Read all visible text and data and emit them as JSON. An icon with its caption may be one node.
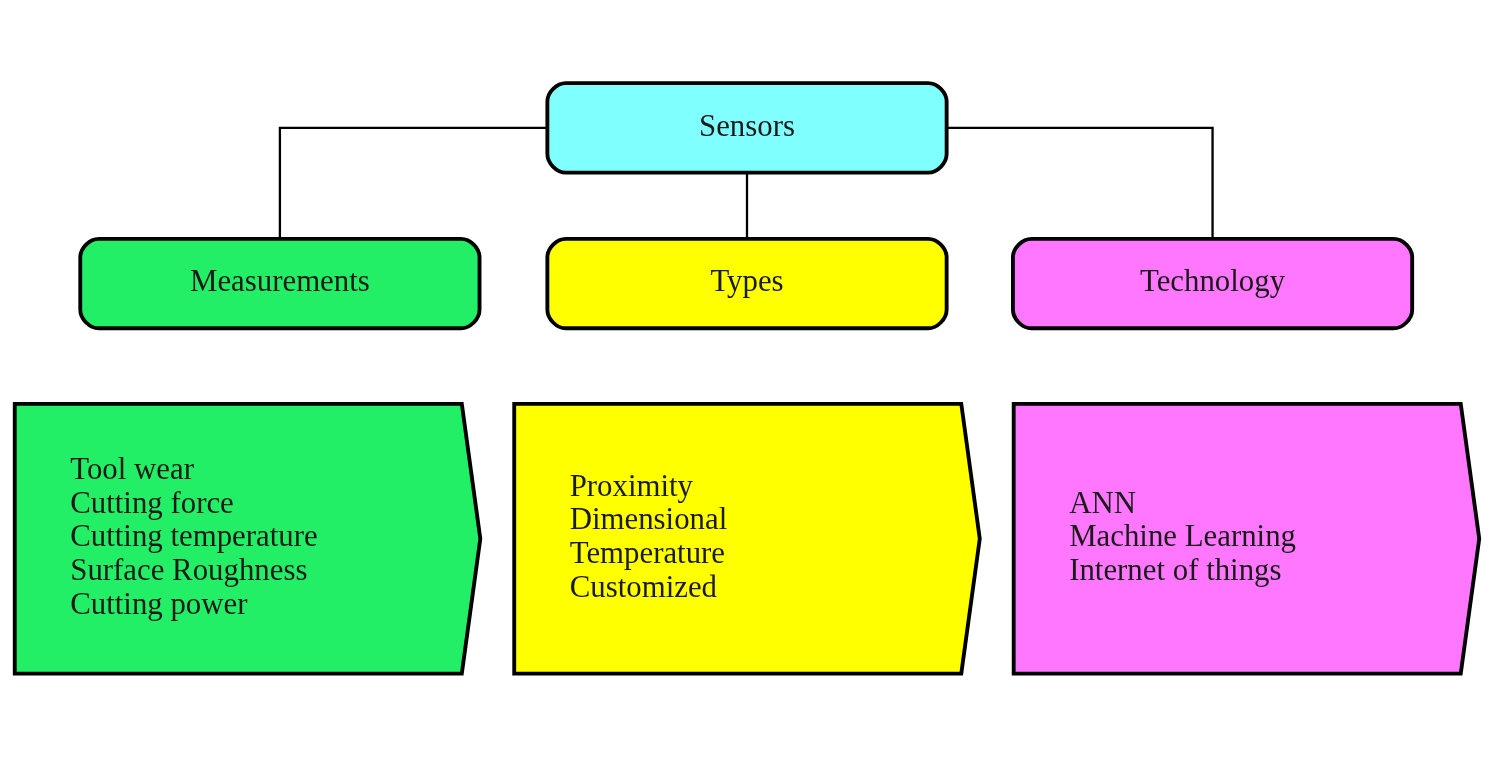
{
  "diagram": {
    "nodes": [
      {
        "text": [
          "Sensors"
        ]
      },
      {
        "text": [
          "Measurements"
        ]
      },
      {
        "text": [
          "Types"
        ]
      },
      {
        "text": [
          "Technology"
        ]
      },
      {
        "text": [
          "Tool wear",
          "Cutting force",
          "Cutting temperature",
          "Surface Roughness",
          "Cutting power"
        ]
      },
      {
        "text": [
          "Proximity",
          "Dimensional",
          "Temperature",
          "Customized"
        ]
      },
      {
        "text": [
          "ANN",
          "Machine Learning",
          "Internet of things"
        ]
      }
    ],
    "edges": [
      {
        "from": 0,
        "to": 1,
        "arrow": "none"
      },
      {
        "from": 0,
        "to": 2,
        "arrow": "none"
      },
      {
        "from": 0,
        "to": 3,
        "arrow": "none"
      }
    ]
  }
}
